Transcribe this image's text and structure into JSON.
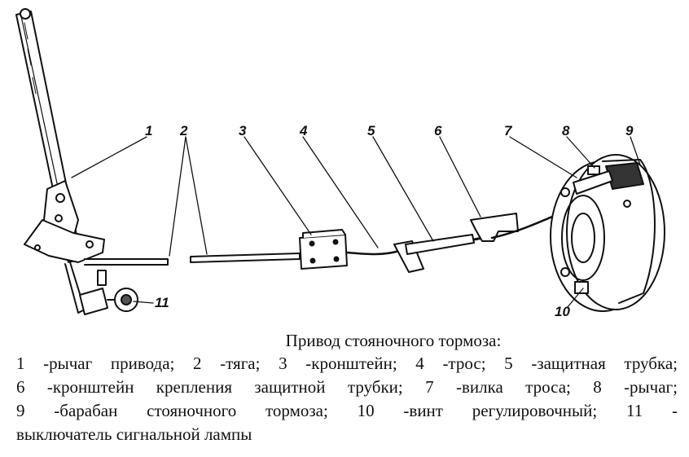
{
  "callouts": {
    "c1": "1",
    "c2": "2",
    "c3": "3",
    "c4": "4",
    "c5": "5",
    "c6": "6",
    "c7": "7",
    "c8": "8",
    "c9": "9",
    "c10": "10",
    "c11": "11"
  },
  "caption": {
    "title": "Привод стояночного тормоза:",
    "line1": "1 -рычаг привода; 2 -тяга; 3 -кронштейн; 4 -трос; 5 -защитная трубка;",
    "line2": "6 -кронштейн крепления защитной трубки; 7 -вилка троса; 8 -рычаг;",
    "line3": "9 -барабан стояночного тормоза; 10 -винт регулировочный; 11 -",
    "line4": "выключатель сигнальной лампы"
  }
}
